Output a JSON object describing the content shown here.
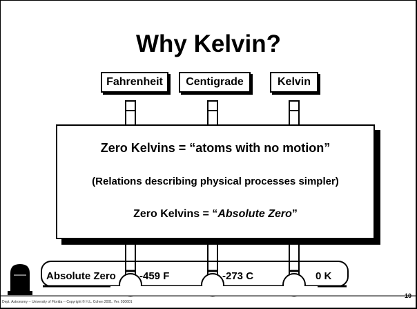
{
  "slide": {
    "title": "Why Kelvin?",
    "scales": [
      "Fahrenheit",
      "Centigrade",
      "Kelvin"
    ],
    "box": {
      "line1": "Zero Kelvins = “atoms with no motion”",
      "line2": "(Relations describing physical processes simpler)",
      "line3_prefix": "Zero Kelvins = “",
      "line3_em": "Absolute Zero",
      "line3_suffix": "”"
    },
    "bottom": {
      "label": "Absolute Zero",
      "values": [
        "-459 F",
        "-273 C",
        "0 K"
      ]
    },
    "footer": "Dept. Astronomy  -- University of Florida  -- Copyright ©  H.L. Cohen 2001. Ver. 030601",
    "page_number": "10",
    "icon": "tombstone-icon"
  }
}
